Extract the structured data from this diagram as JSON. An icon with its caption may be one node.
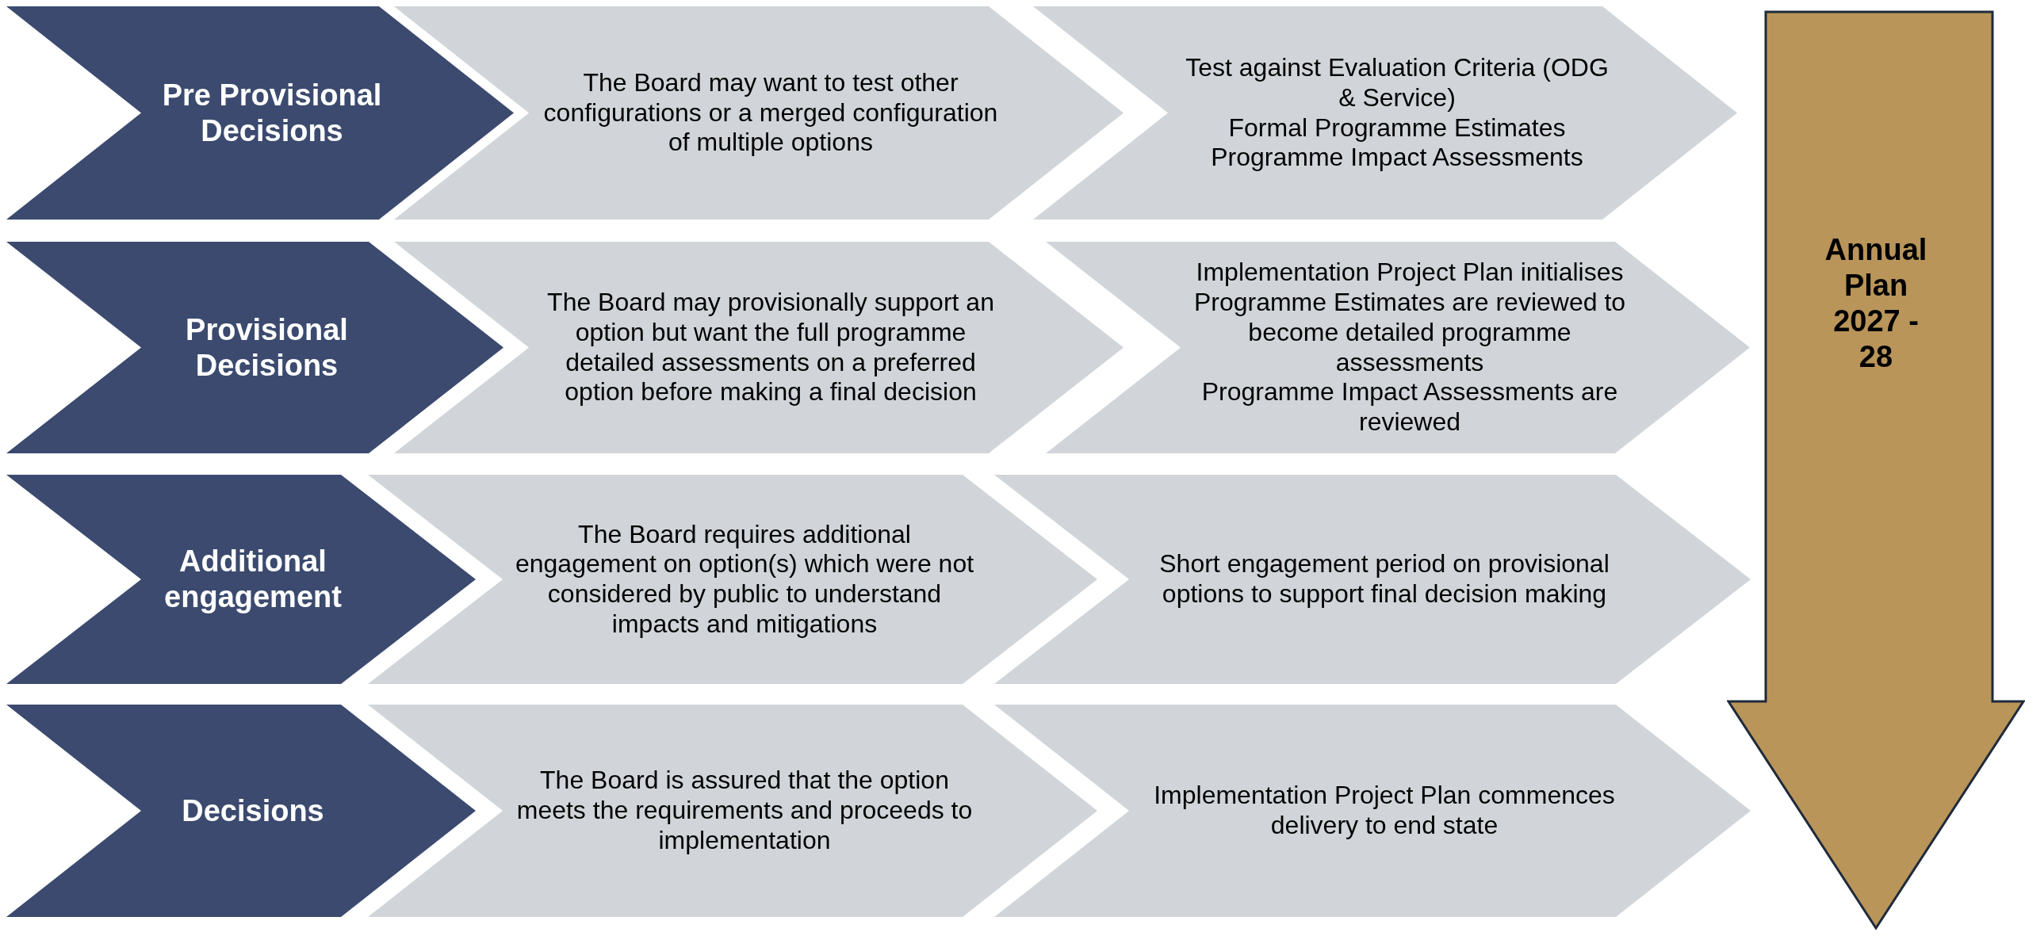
{
  "diagram": {
    "nodes": [
      {
        "text": [
          "Pre Provisional Decisions"
        ]
      },
      {
        "text": [
          "The Board may want to test other configurations or a merged configuration of multiple options"
        ]
      },
      {
        "text": [
          "Test against Evaluation Criteria (ODG & Service)",
          "Formal Programme Estimates",
          "Programme Impact Assessments"
        ]
      },
      {
        "text": [
          "Provisional Decisions"
        ]
      },
      {
        "text": [
          "The Board may provisionally support an option but want the full programme detailed assessments on a preferred option before making a final decision"
        ]
      },
      {
        "text": [
          "Implementation Project Plan initialises",
          "Programme Estimates are reviewed to become detailed programme assessments",
          "Programme Impact Assessments are reviewed"
        ]
      },
      {
        "text": [
          "Additional engagement"
        ]
      },
      {
        "text": [
          "The Board requires additional engagement on option(s) which were not considered by public to understand impacts and mitigations"
        ]
      },
      {
        "text": [
          "Short engagement period on provisional options to support final decision making"
        ]
      },
      {
        "text": [
          "Decisions"
        ]
      },
      {
        "text": [
          "The Board is assured that the option meets the requirements and proceeds to implementation"
        ]
      },
      {
        "text": [
          "Implementation Project Plan commences delivery to end state"
        ]
      },
      {
        "text": [
          "Annual Plan 2027 - 28"
        ]
      }
    ],
    "edges": []
  }
}
